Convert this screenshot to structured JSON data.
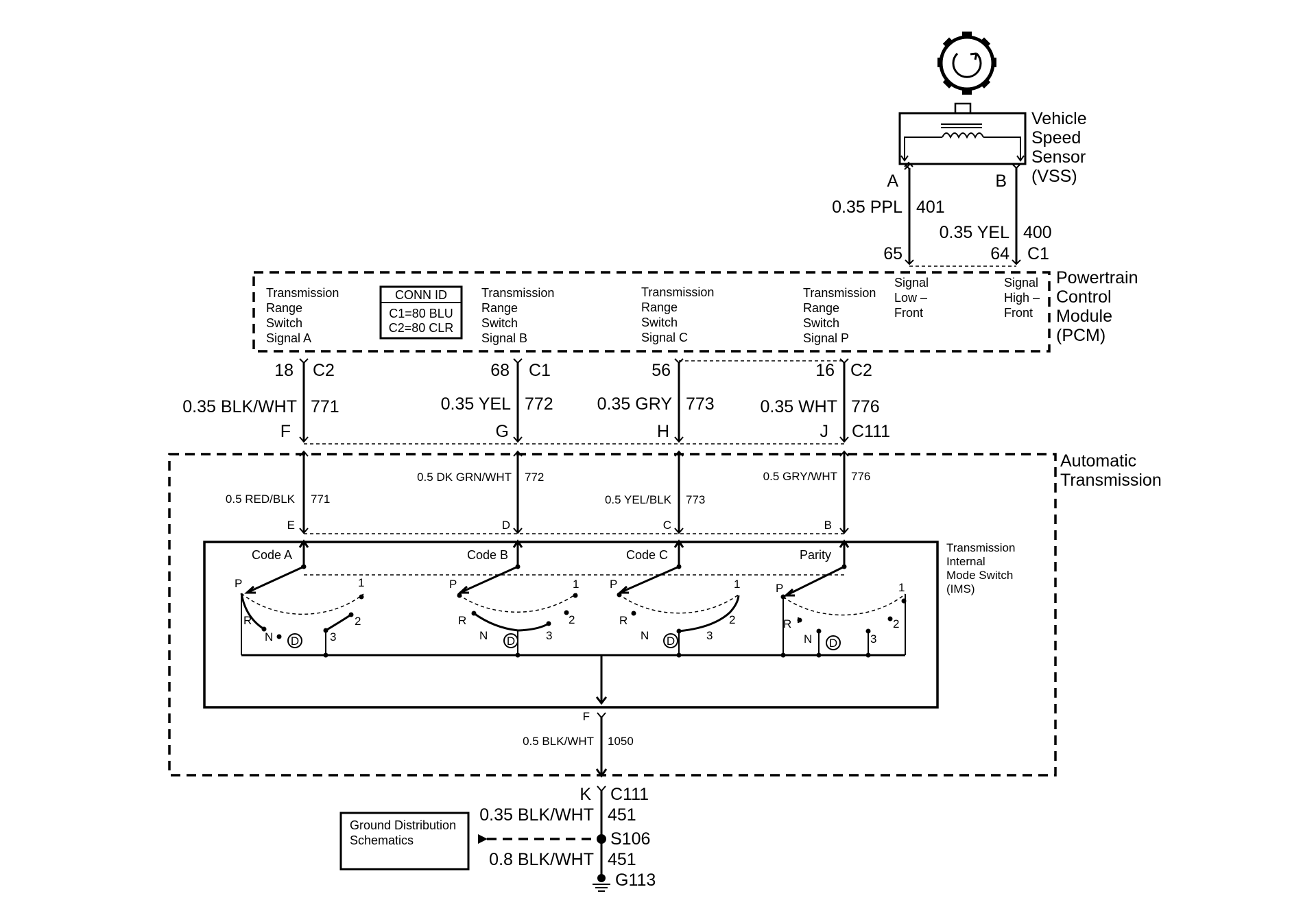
{
  "vss": {
    "title": [
      "Vehicle",
      "Speed",
      "Sensor",
      "(VSS)"
    ],
    "pin_a": "A",
    "pin_b": "B",
    "wire_a": {
      "gauge_color": "0.35 PPL",
      "circuit": "401"
    },
    "wire_b": {
      "gauge_color": "0.35 YEL",
      "circuit": "400"
    },
    "pcm_pin_a": "65",
    "pcm_pin_b": "64",
    "pcm_conn": "C1"
  },
  "pcm": {
    "title": [
      "Powertrain",
      "Control",
      "Module",
      "(PCM)"
    ],
    "conn_id_title": "CONN ID",
    "conn_id_lines": [
      "C1=80 BLU",
      "C2=80 CLR"
    ],
    "signals": [
      [
        "Transmission",
        "Range",
        "Switch",
        "Signal A"
      ],
      [
        "Transmission",
        "Range",
        "Switch",
        "Signal B"
      ],
      [
        "Transmission",
        "Range",
        "Switch",
        "Signal C"
      ],
      [
        "Transmission",
        "Range",
        "Switch",
        "Signal P"
      ],
      [
        "Signal",
        "Low –",
        "Front"
      ],
      [
        "Signal",
        "High –",
        "Front"
      ]
    ]
  },
  "harness": [
    {
      "pcm_pin": "18",
      "pcm_conn": "C2",
      "gauge_color": "0.35 BLK/WHT",
      "circuit": "771",
      "c111_pin": "F",
      "trans_gauge": "0.5 RED/BLK",
      "trans_circuit": "771",
      "ims_pin": "E",
      "code_label": "Code A"
    },
    {
      "pcm_pin": "68",
      "pcm_conn": "C1",
      "gauge_color": "0.35 YEL",
      "circuit": "772",
      "c111_pin": "G",
      "trans_gauge": "0.5 DK GRN/WHT",
      "trans_circuit": "772",
      "ims_pin": "D",
      "code_label": "Code B"
    },
    {
      "pcm_pin": "56",
      "pcm_conn": "",
      "gauge_color": "0.35 GRY",
      "circuit": "773",
      "c111_pin": "H",
      "trans_gauge": "0.5 YEL/BLK",
      "trans_circuit": "773",
      "ims_pin": "C",
      "code_label": "Code C"
    },
    {
      "pcm_pin": "16",
      "pcm_conn": "C2",
      "gauge_color": "0.35 WHT",
      "circuit": "776",
      "c111_pin": "J",
      "trans_gauge": "0.5 GRY/WHT",
      "trans_circuit": "776",
      "ims_pin": "B",
      "code_label": "Parity"
    }
  ],
  "c111": "C111",
  "transmission": {
    "title": [
      "Automatic",
      "Transmission"
    ],
    "ims_title": [
      "Transmission",
      "Internal",
      "Mode Switch",
      "(IMS)"
    ],
    "positions": {
      "p": "P",
      "r": "R",
      "n": "N",
      "d": "D",
      "three": "3",
      "two": "2",
      "one": "1"
    },
    "ground_pin": "F",
    "ground_wire": {
      "gauge_color": "0.5 BLK/WHT",
      "circuit": "1050"
    }
  },
  "ground": {
    "c111_pin": "K",
    "c111_conn": "C111",
    "wire1": {
      "gauge_color": "0.35 BLK/WHT",
      "circuit": "451"
    },
    "splice": "S106",
    "wire2": {
      "gauge_color": "0.8 BLK/WHT",
      "circuit": "451"
    },
    "ground_point": "G113",
    "reference": [
      "Ground Distribution",
      "Schematics"
    ]
  }
}
